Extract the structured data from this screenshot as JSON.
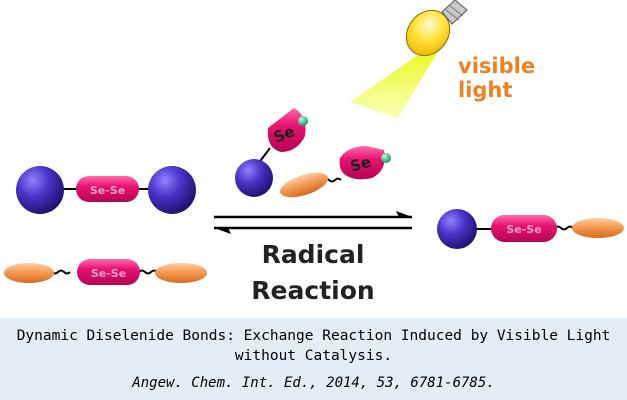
{
  "labels": {
    "visible_line1": "visible",
    "visible_line2": "light",
    "reaction_line1": "Radical",
    "reaction_line2": "Reaction",
    "bond": "Se-Se",
    "selenium": "Se"
  },
  "caption": {
    "title": "Dynamic Diselenide Bonds: Exchange Reaction Induced by Visible Light without Catalysis.",
    "citation": "Angew. Chem. Int. Ed., 2014, 53, 6781-6785."
  },
  "colors": {
    "sphere": "#3a2aa8",
    "linker": "#e8116f",
    "ellipse": "#f59a55",
    "radical": "#2bbf8a",
    "light_beam": "#e6f800",
    "bulb": "#ffd400",
    "visible_text": "#f07f1e",
    "caption_bg": "#e4edf6"
  }
}
